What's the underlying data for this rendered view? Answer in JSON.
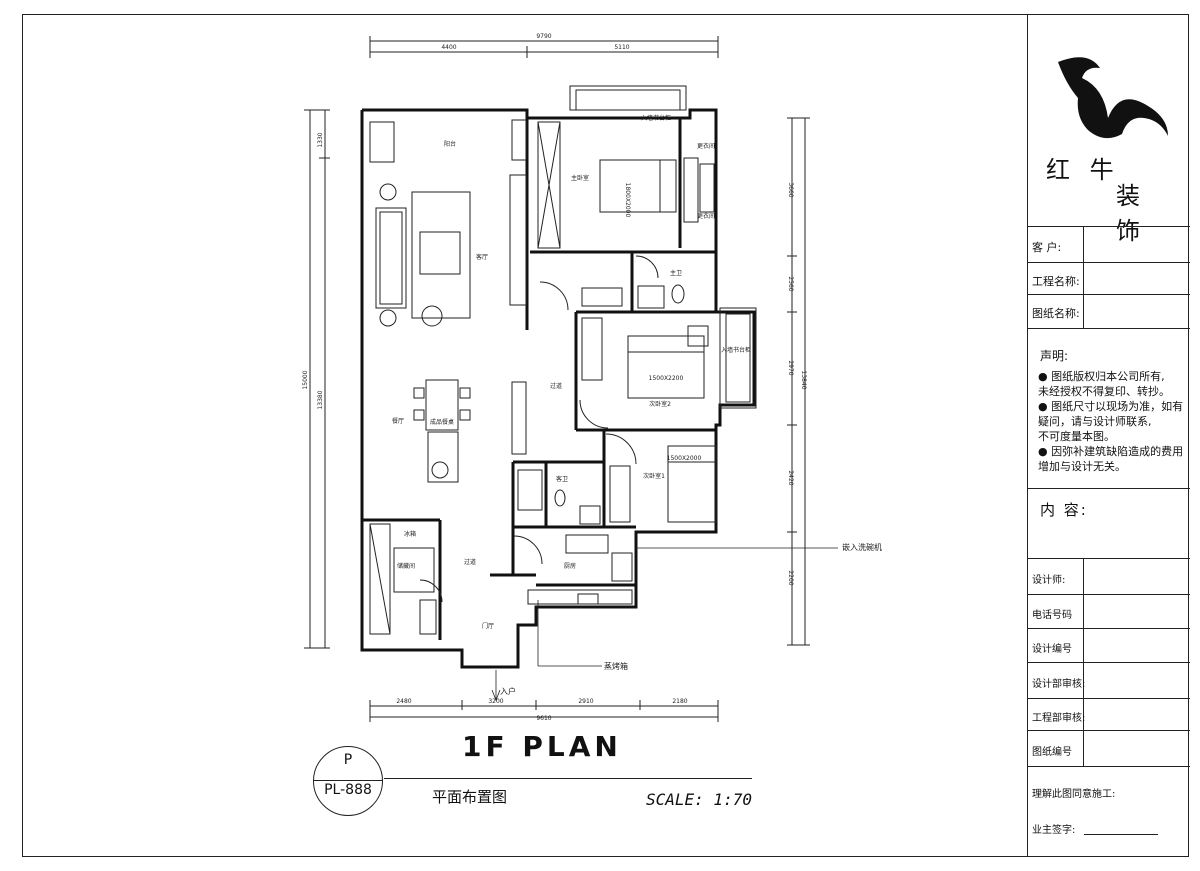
{
  "drawing": {
    "title": "1F PLAN",
    "scale": "SCALE: 1:70",
    "caption": "平面布置图",
    "symbol_letter": "P",
    "symbol_code": "PL-888"
  },
  "title_block": {
    "brand_line1": "红 牛",
    "brand_line2": "装 饰",
    "fields": [
      {
        "label": "客   户:"
      },
      {
        "label": "工程名称:"
      },
      {
        "label": "图纸名称:"
      }
    ],
    "statement_title": "声明:",
    "statement_lines": [
      "● 图纸版权归本公司所有,",
      "   未经授权不得复印、转抄。",
      "● 图纸尺寸以现场为准，如有",
      "   疑问，请与设计师联系,",
      "   不可度量本图。",
      "● 因弥补建筑缺陷造成的费用",
      "   增加与设计无关。"
    ],
    "content_label": "内 容:",
    "sign_fields": [
      {
        "label": "设计师:"
      },
      {
        "label": "电话号码"
      },
      {
        "label": "设计编号"
      },
      {
        "label": "设计部审核:"
      },
      {
        "label": "工程部审核:"
      },
      {
        "label": "图纸编号"
      }
    ],
    "agree_text": "理解此图同意施工:",
    "owner_sign": "业主签字:"
  },
  "plan": {
    "dims_top": {
      "total": "9790",
      "left": "4400",
      "right": "5110"
    },
    "dims_bottom": {
      "total": "9610",
      "a": "2480",
      "b": "3200",
      "c": "2910",
      "d": "2180"
    },
    "dims_left": {
      "outer": "15000",
      "inner": "13380",
      "top": "1330"
    },
    "dims_right": {
      "a": "3660",
      "b": "2560",
      "c": "2970",
      "d": "2420",
      "e": "2200",
      "total": "13840"
    },
    "rooms": {
      "balcony": "阳台",
      "living": "客厅",
      "master": "主卧室",
      "wardrobe1": "更衣间",
      "wardrobe2": "更衣间",
      "master_bath": "主卫",
      "bedroom2": "次卧室2",
      "bedroom1": "次卧室1",
      "corridor1": "过道",
      "guest_bath": "客卫",
      "dining": "餐厅",
      "corridor2": "过道",
      "kitchen": "厨房",
      "entry": "门厅",
      "storage": "储藏间",
      "fridge": "冰箱",
      "bay1": "入墙书台柜",
      "bay2": "入墙书台柜",
      "bed_master": "1800X2000",
      "bed_2": "1500X2200",
      "bed_1": "1500X2000",
      "table": "成品餐桌"
    },
    "callouts": {
      "dishwasher": "嵌入洗碗机",
      "oven": "蒸烤箱",
      "entrance": "入户"
    }
  }
}
